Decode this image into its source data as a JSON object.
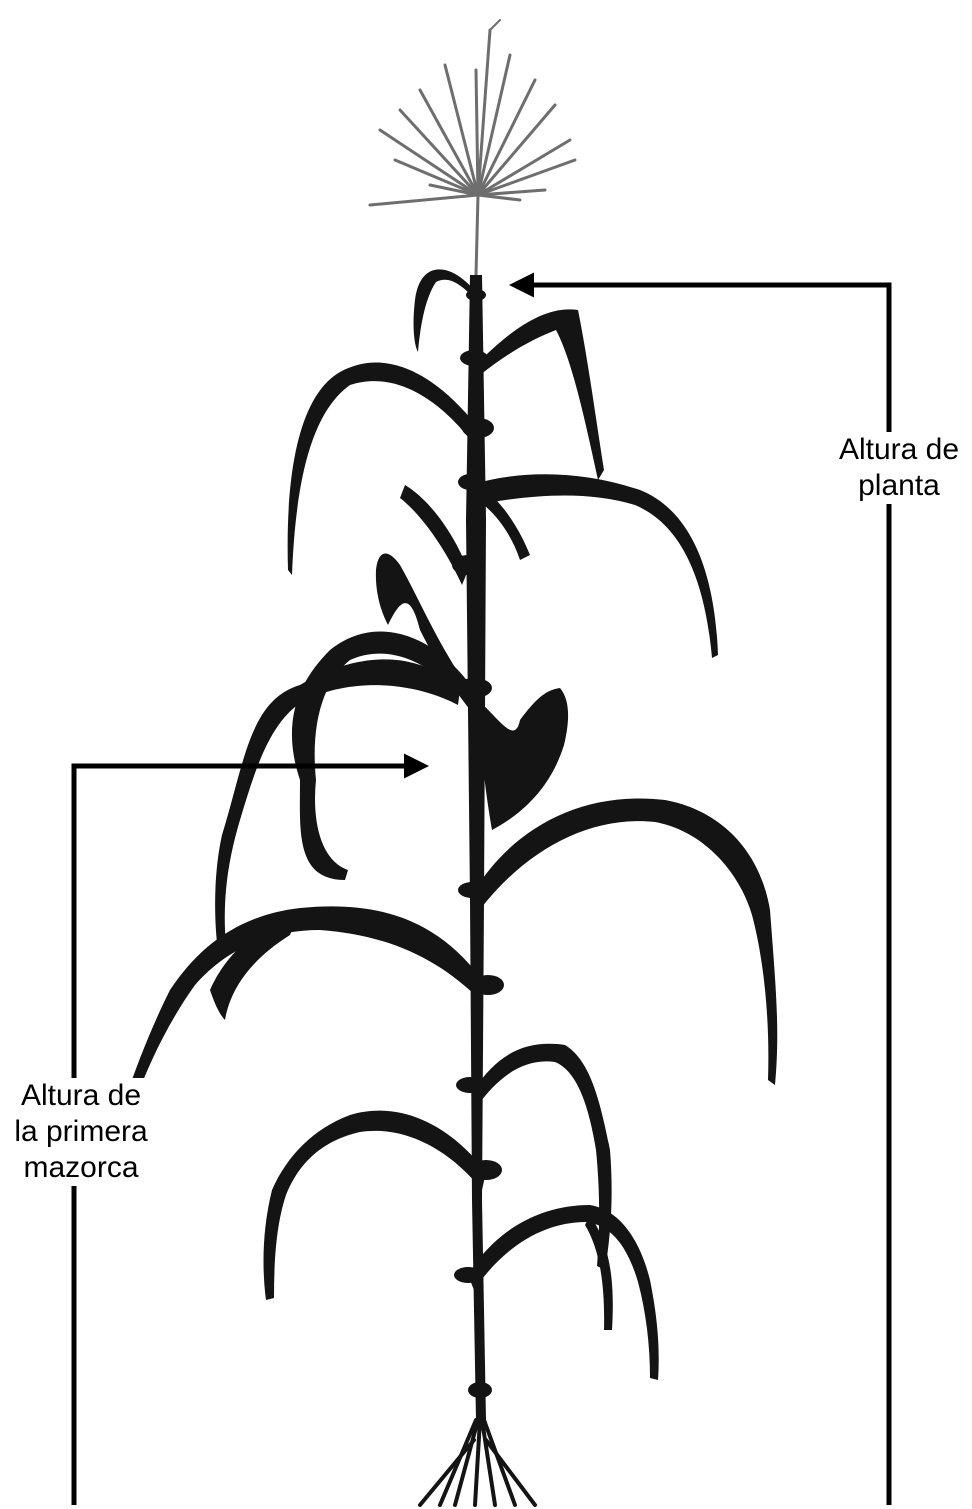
{
  "labels": {
    "plant_height": [
      "Altura de",
      "planta"
    ],
    "first_ear_height": [
      "Altura de",
      "la primera",
      "mazorca"
    ]
  },
  "colors": {
    "plant": "#141414",
    "lines": "#000000",
    "background": "#ffffff"
  }
}
